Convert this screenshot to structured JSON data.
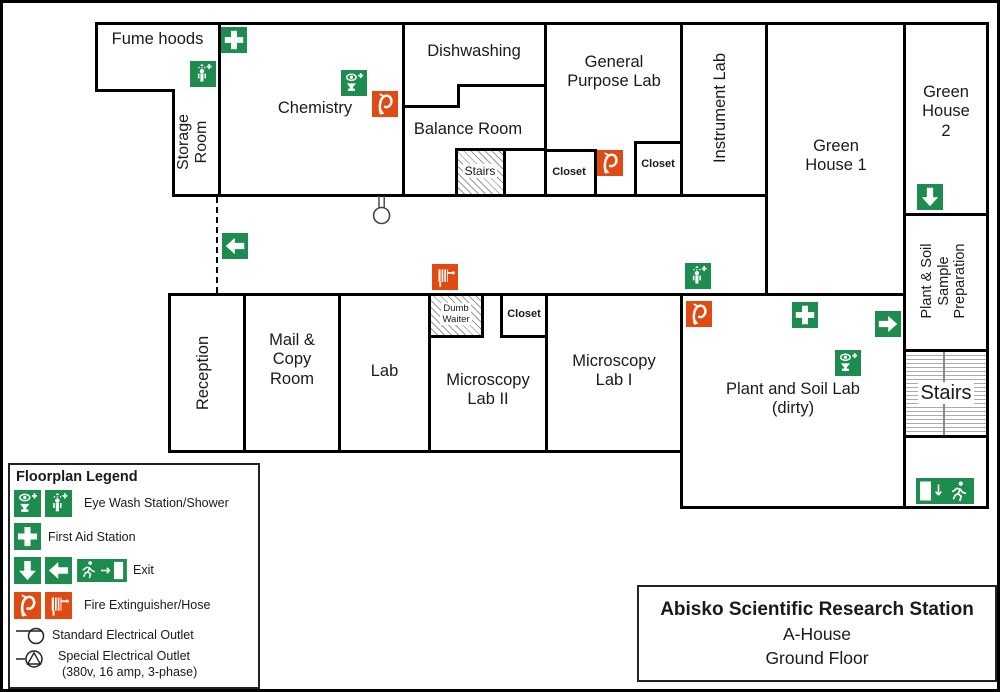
{
  "plan": {
    "rooms": {
      "fume_hoods": "Fume hoods",
      "storage_room": [
        "Storage",
        "Room"
      ],
      "chemistry": "Chemistry",
      "dishwashing": "Dishwashing",
      "balance_room": "Balance Room",
      "stairs_upper": "Stairs",
      "closet_upper_left": "Closet",
      "closet_upper_right": "Closet",
      "general_purpose_lab": [
        "General",
        "Purpose Lab"
      ],
      "instrument_lab": "Instrument Lab",
      "green_house_1": [
        "Green",
        "House 1"
      ],
      "green_house_2": [
        "Green",
        "House",
        "2"
      ],
      "plant_soil_sample_prep": [
        "Plant & Soil",
        "Sample",
        "Preparation"
      ],
      "stairs_right": "Stairs",
      "reception": "Reception",
      "mail_copy_room": [
        "Mail &",
        "Copy",
        "Room"
      ],
      "lab": "Lab",
      "microscopy_lab_2": [
        "Microscopy",
        "Lab II"
      ],
      "microscopy_lab_1": [
        "Microscopy",
        "Lab I"
      ],
      "dumb_waiter": [
        "Dumb",
        "Waiter"
      ],
      "closet_middle": "Closet",
      "plant_soil_lab": [
        "Plant and Soil Lab",
        "(dirty)"
      ]
    },
    "icon_glyphs": {
      "eyewash": "eye-wash-station",
      "shower": "safety-shower",
      "first_aid": "first-aid-cross",
      "exit_arrow": "exit-arrow",
      "exit_sign": "exit-door-running-man",
      "extinguisher": "fire-extinguisher",
      "hose": "fire-hose-reel",
      "outlet_standard": "standard-electrical-outlet",
      "outlet_special": "special-electrical-outlet"
    }
  },
  "legend": {
    "title": "Floorplan Legend",
    "rows": [
      {
        "label": "Eye Wash Station/Shower"
      },
      {
        "label": "First Aid Station"
      },
      {
        "label": "Exit"
      },
      {
        "label": "Fire Extinguisher/Hose"
      },
      {
        "label": "Standard Electrical Outlet"
      },
      {
        "label": "Special Electrical Outlet",
        "sub": "(380v, 16 amp, 3-phase)"
      }
    ]
  },
  "title_block": {
    "line1": "Abisko Scientific Research Station",
    "line2": "A-House",
    "line3": "Ground Floor"
  },
  "colors": {
    "safety_green": "#1e8c4f",
    "fire_orange": "#e04b13",
    "wall": "#000000"
  }
}
